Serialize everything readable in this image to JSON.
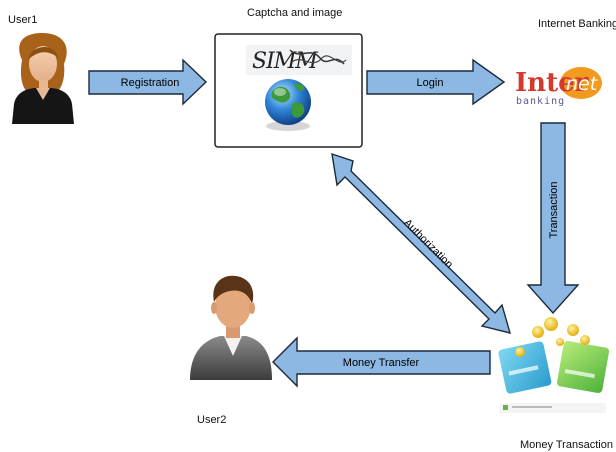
{
  "labels": {
    "user1": "User1",
    "captcha_box_title": "Captcha and  image",
    "internet_banking_title": "Internet Banking",
    "user2": "User2",
    "money_transaction_title": "Money Transaction"
  },
  "arrows": {
    "registration": "Registration",
    "login": "Login",
    "transaction": "Transaction",
    "authorization": "Authorization",
    "money_transfer": "Money Transfer"
  },
  "captcha_text": "SIMM",
  "logo": {
    "text_inter": "Inter",
    "text_net": "net",
    "text_sub": "banking"
  },
  "icons": [
    "female-user-icon",
    "male-user-icon",
    "globe-icon",
    "captcha-icon",
    "internet-banking-logo",
    "money-transaction-icon"
  ],
  "colors": {
    "arrow_fill": "#8db8e3",
    "arrow_stroke": "#1c2a3a",
    "logo_red": "#d33a2c",
    "logo_orange": "#f29a1f"
  }
}
